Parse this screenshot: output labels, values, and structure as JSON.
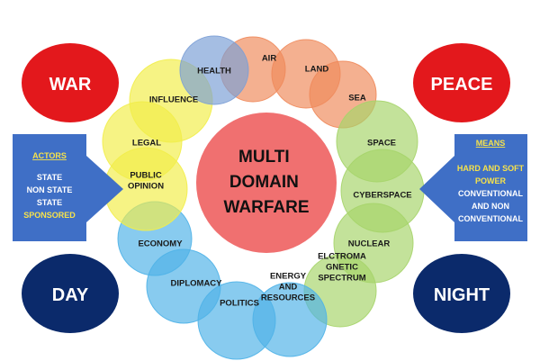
{
  "center": {
    "lines": [
      "MULTI",
      "DOMAIN",
      "WARFARE"
    ]
  },
  "corners": {
    "war": "WAR",
    "peace": "PEACE",
    "day": "DAY",
    "night": "NIGHT"
  },
  "actors": {
    "heading": "ACTORS",
    "lines": [
      "STATE",
      "NON STATE",
      "STATE",
      "SPONSORED"
    ]
  },
  "means": {
    "heading": "MEANS",
    "lines": [
      "HARD AND SOFT",
      "POWER",
      "CONVENTIONAL",
      "AND NON",
      "CONVENTIONAL"
    ]
  },
  "domains": [
    {
      "lines": [
        "AIR"
      ],
      "color": "#ef8a5b"
    },
    {
      "lines": [
        "LAND"
      ],
      "color": "#ef8a5b"
    },
    {
      "lines": [
        "SEA"
      ],
      "color": "#ef8a5b"
    },
    {
      "lines": [
        "SPACE"
      ],
      "color": "#a6d46a"
    },
    {
      "lines": [
        "CYBERSPACE"
      ],
      "color": "#a6d46a"
    },
    {
      "lines": [
        "NUCLEAR"
      ],
      "color": "#a6d46a"
    },
    {
      "lines": [
        "ELCTROMA",
        "GNETIC",
        "SPECTRUM"
      ],
      "color": "#a6d46a"
    },
    {
      "lines": [
        "ENERGY",
        "AND",
        "RESOURCES"
      ],
      "color": "#4fb3e8"
    },
    {
      "lines": [
        "POLITICS"
      ],
      "color": "#4fb3e8"
    },
    {
      "lines": [
        "DIPLOMACY"
      ],
      "color": "#4fb3e8"
    },
    {
      "lines": [
        "ECONOMY"
      ],
      "color": "#4fb3e8"
    },
    {
      "lines": [
        "PUBLIC",
        "OPINION"
      ],
      "color": "#f2ee4a"
    },
    {
      "lines": [
        "LEGAL"
      ],
      "color": "#f2ee4a"
    },
    {
      "lines": [
        "INFLUENCE"
      ],
      "color": "#f2ee4a"
    },
    {
      "lines": [
        "HEALTH"
      ],
      "color": "#7b9fd6"
    }
  ],
  "colors": {
    "center": "#f07070",
    "war": "#e3181c",
    "peace": "#e3181c",
    "day": "#0b2a6b",
    "night": "#0b2a6b",
    "side_box": "#3f6fc6",
    "highlight_text": "#f6e24b"
  }
}
